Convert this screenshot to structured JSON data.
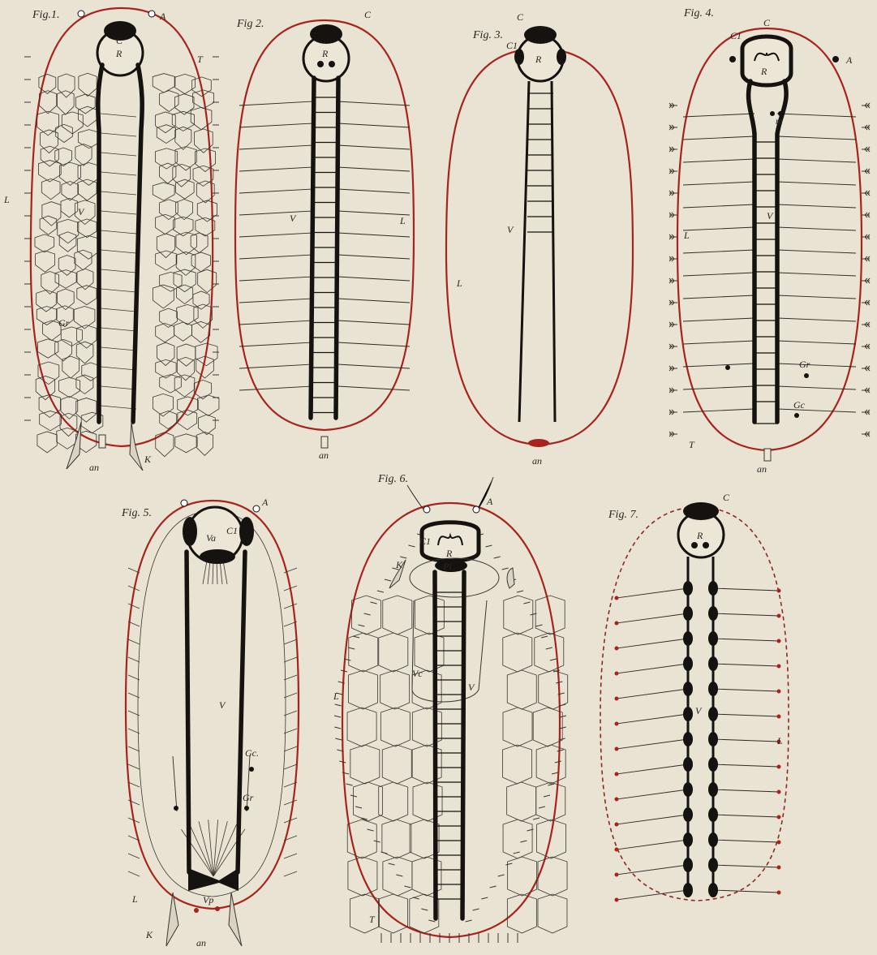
{
  "plate": {
    "figures": [
      {
        "id": "fig1",
        "title": "Fig.1.",
        "labels": {
          "C": "C",
          "R": "R",
          "A": "A",
          "T": "T",
          "L": "L",
          "V": "V",
          "Gr": "Gr",
          "an": "an",
          "K": "K"
        }
      },
      {
        "id": "fig2",
        "title": "Fig 2.",
        "labels": {
          "C": "C",
          "R": "R",
          "V": "V",
          "L": "L",
          "an": "an"
        }
      },
      {
        "id": "fig3",
        "title": "Fig. 3.",
        "labels": {
          "C": "C",
          "C1": "C1",
          "R": "R",
          "V": "V",
          "L": "L",
          "an": "an"
        }
      },
      {
        "id": "fig4",
        "title": "Fig. 4.",
        "labels": {
          "C": "C",
          "C1": "C1",
          "R": "R",
          "A": "A",
          "m": "m",
          "V": "V",
          "L": "L",
          "Gr": "Gr",
          "Gc": "Gc",
          "T": "T",
          "an": "an"
        }
      },
      {
        "id": "fig5",
        "title": "Fig. 5.",
        "labels": {
          "A": "A",
          "Va": "Va",
          "C1": "C1",
          "V": "V",
          "Gc": "Gc.",
          "Gr": "Gr",
          "L": "L",
          "Vp": "Vp",
          "K": "K",
          "an": "an"
        }
      },
      {
        "id": "fig6",
        "title": "Fig. 6.",
        "labels": {
          "A": "A",
          "C1": "C1",
          "R": "R",
          "K": "K",
          "Pl": "Pl",
          "Vc": "Vc",
          "V": "V",
          "L": "L",
          "T": "T"
        }
      },
      {
        "id": "fig7",
        "title": "Fig. 7.",
        "labels": {
          "C": "C",
          "R": "R",
          "V": "V",
          "L": "L"
        }
      }
    ]
  },
  "colors": {
    "outline": "#a8231c",
    "ink": "#15120f",
    "paper": "#e9e3d3"
  }
}
